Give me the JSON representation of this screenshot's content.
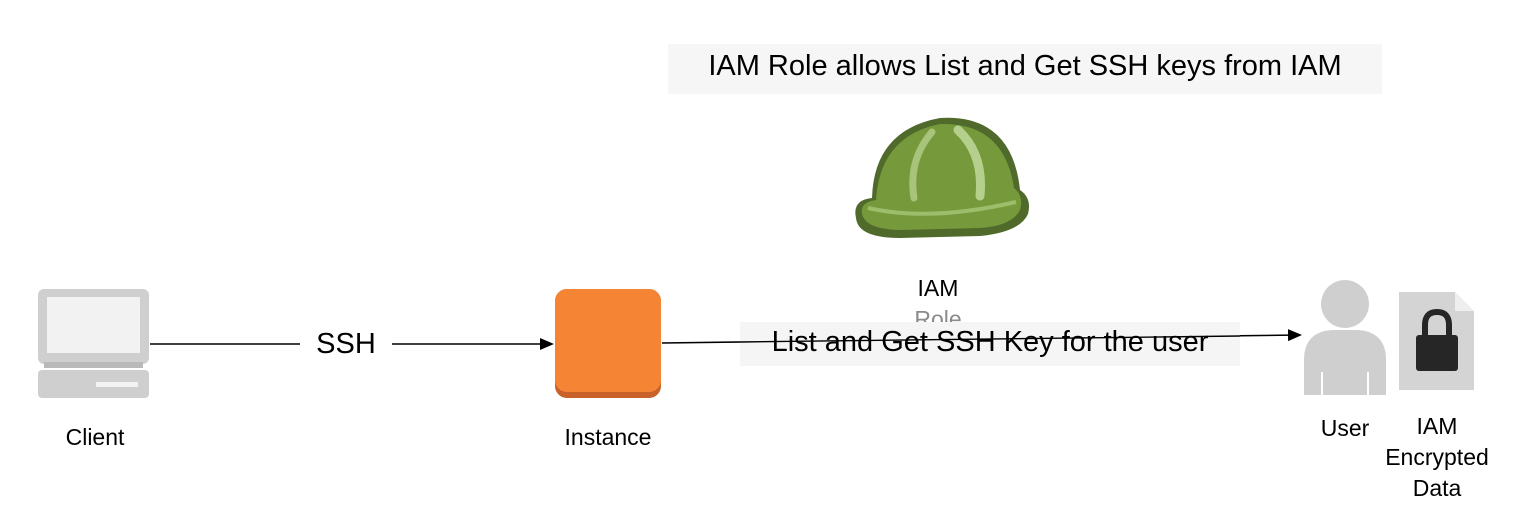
{
  "title": "IAM Role allows List and Get SSH keys from IAM",
  "nodes": {
    "client": {
      "label": "Client",
      "icon": "computer-icon"
    },
    "instance": {
      "label": "Instance",
      "icon": "ec2-instance-icon",
      "color": "#f58535"
    },
    "iam_role": {
      "label_line1": "IAM",
      "label_line2": "Role",
      "icon": "hard-hat-icon",
      "color": "#75993b"
    },
    "user": {
      "label": "User",
      "icon": "user-icon"
    },
    "encrypted_data": {
      "label_line1": "IAM",
      "label_line2": "Encrypted",
      "label_line3": "Data",
      "icon": "lock-document-icon"
    }
  },
  "edges": {
    "client_to_instance": {
      "label": "SSH"
    },
    "instance_to_user": {
      "label": "List and Get SSH Key for the user"
    }
  }
}
